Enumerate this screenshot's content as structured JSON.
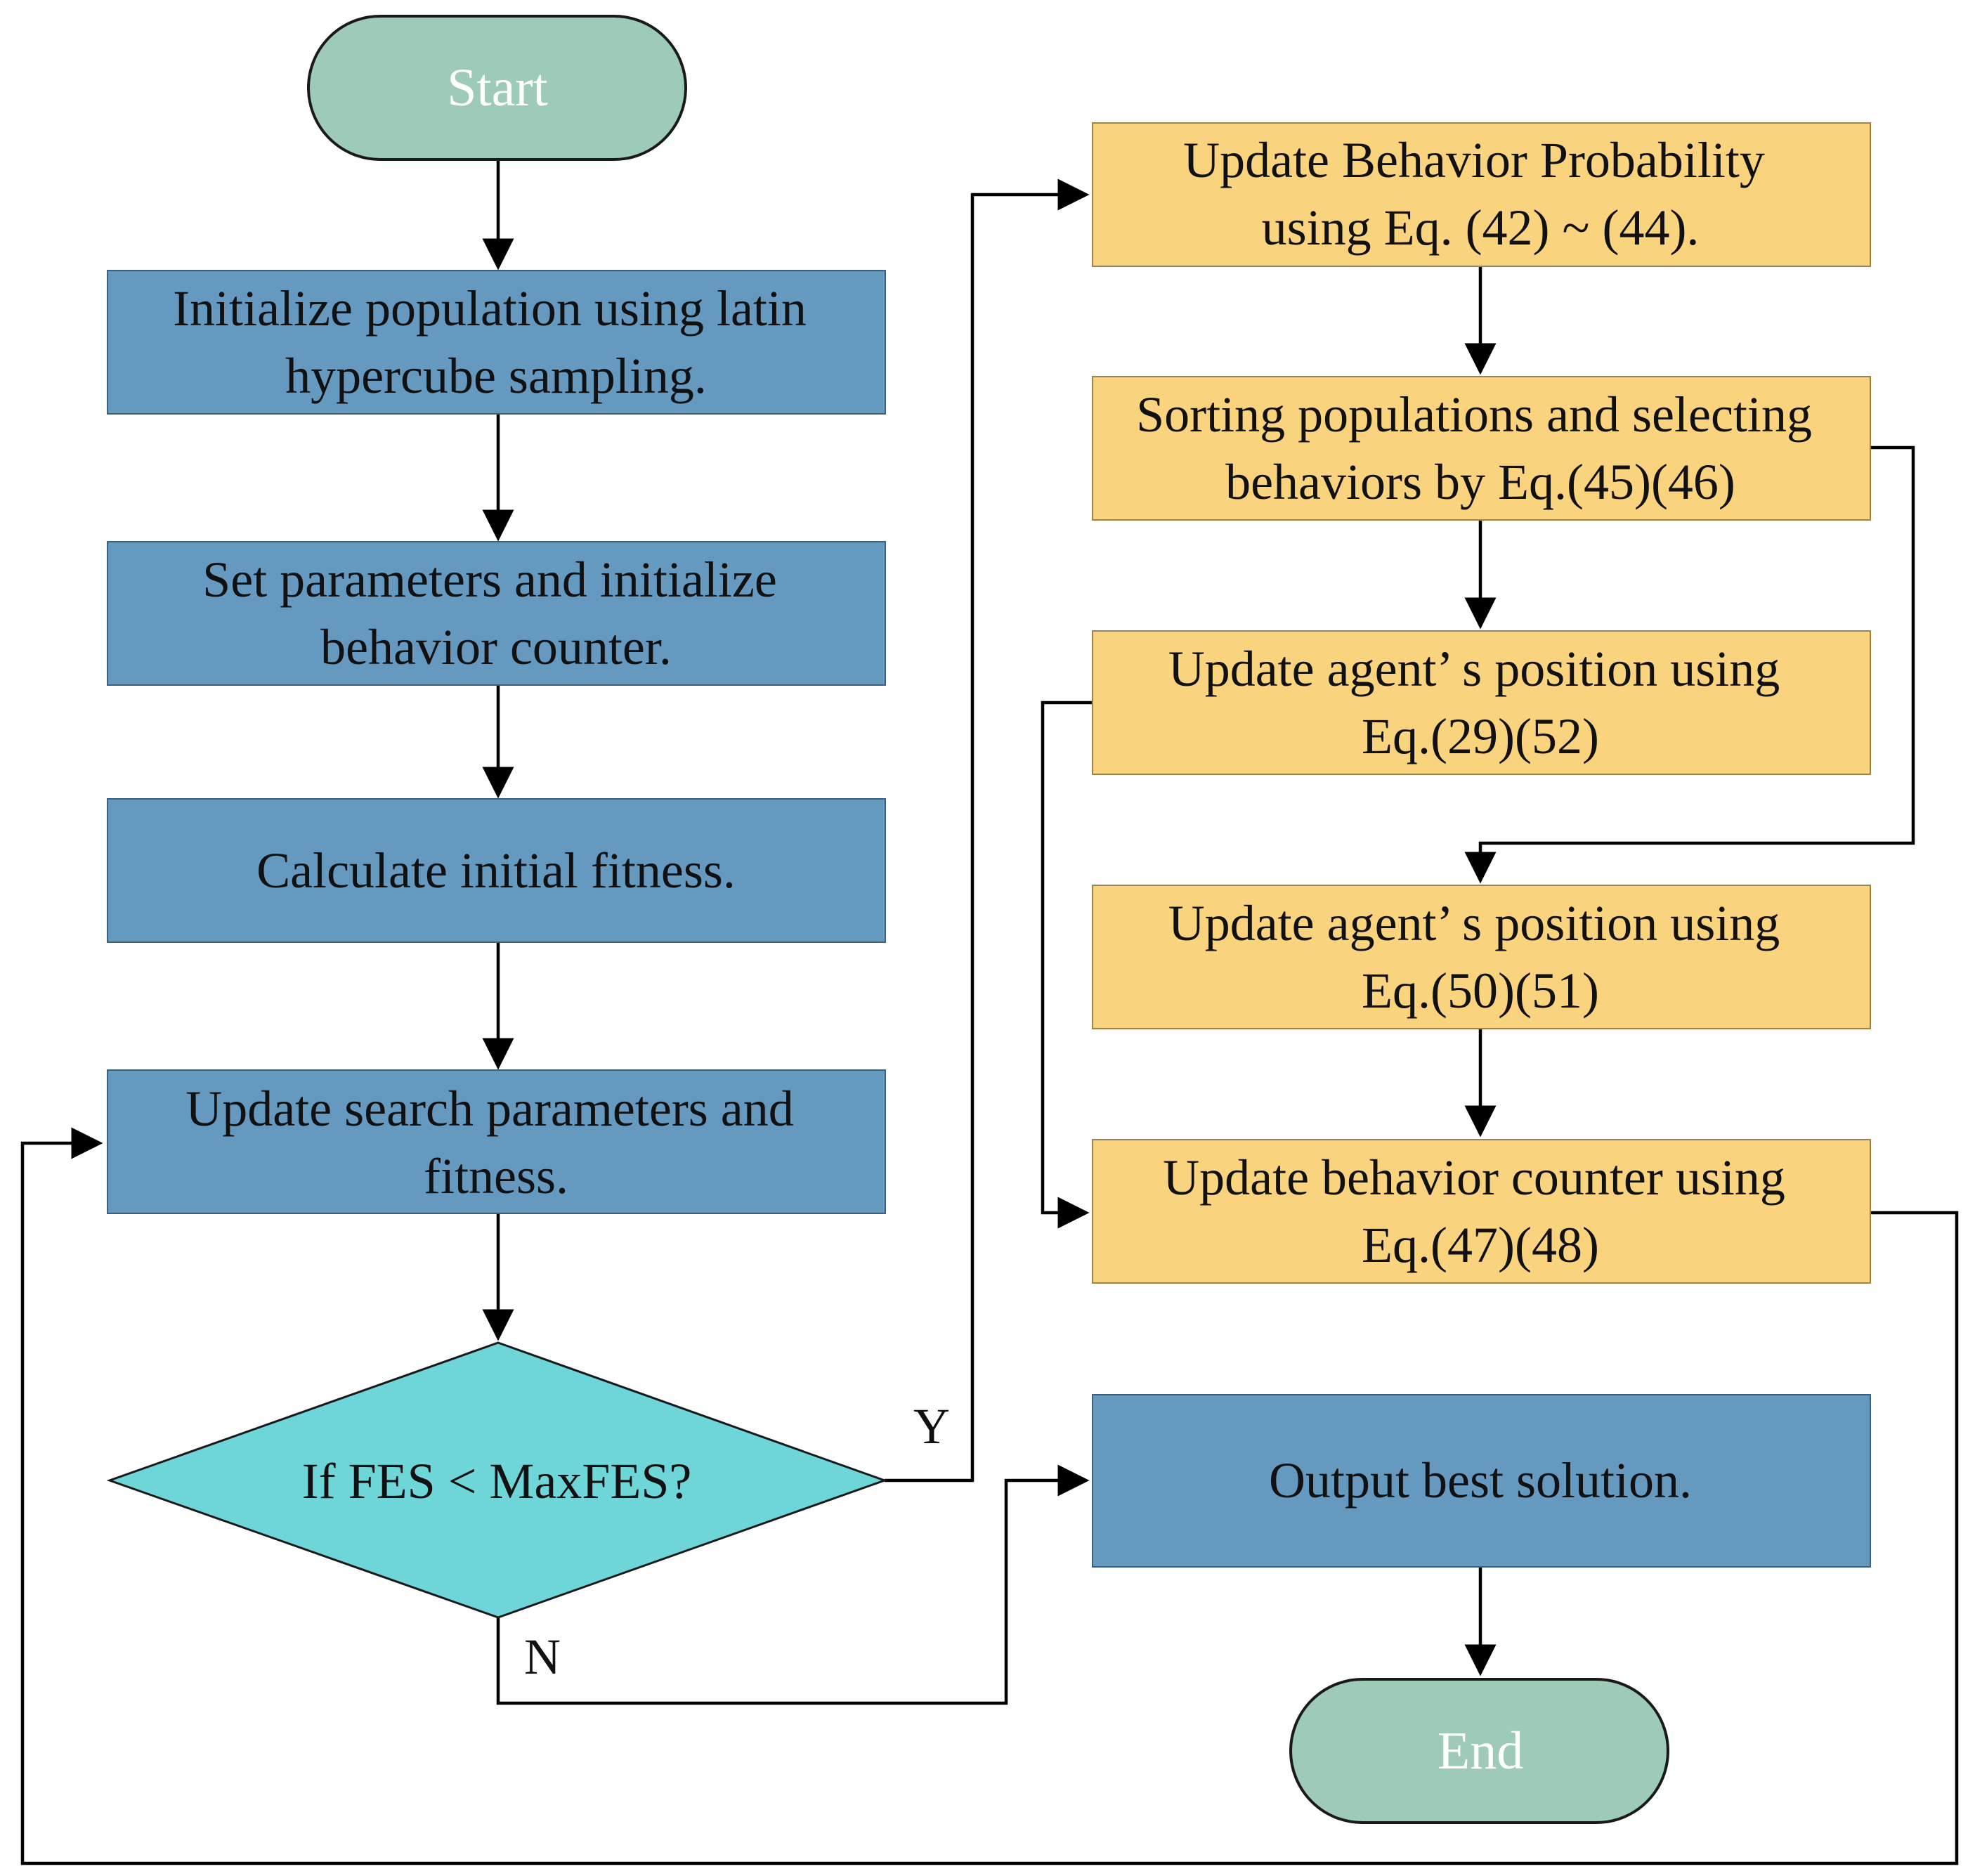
{
  "nodes": {
    "start": {
      "label": "Start"
    },
    "init_population": {
      "lines": [
        "Initialize population using latin",
        "hypercube sampling."
      ]
    },
    "set_parameters": {
      "lines": [
        "Set parameters and initialize",
        "behavior counter."
      ]
    },
    "calc_fitness": {
      "lines": [
        "Calculate initial fitness."
      ]
    },
    "update_search": {
      "lines": [
        "Update search parameters and",
        "fitness."
      ]
    },
    "decision": {
      "label": "If FES < MaxFES?"
    },
    "update_prob": {
      "lines": [
        "Update Behavior Probability",
        "using Eq. (42) ~ (44)."
      ]
    },
    "sorting": {
      "lines": [
        "Sorting populations and selecting",
        "behaviors by Eq.(45)(46)"
      ]
    },
    "update_pos_29_52": {
      "lines": [
        "Update agent’ s position using",
        "Eq.(29)(52)"
      ]
    },
    "update_pos_50_51": {
      "lines": [
        "Update agent’ s position using",
        "Eq.(50)(51)"
      ]
    },
    "update_counter": {
      "lines": [
        "Update behavior counter using",
        "Eq.(47)(48)"
      ]
    },
    "output": {
      "label": "Output best solution."
    },
    "end": {
      "label": "End"
    }
  },
  "branches": {
    "yes": "Y",
    "no": "N"
  },
  "colors": {
    "process_blue": "#6699BF",
    "process_yellow": "#FAD37F",
    "terminal_green": "#9ECBB8",
    "decision_cyan": "#6ED6D8",
    "edge_black": "#000000"
  }
}
